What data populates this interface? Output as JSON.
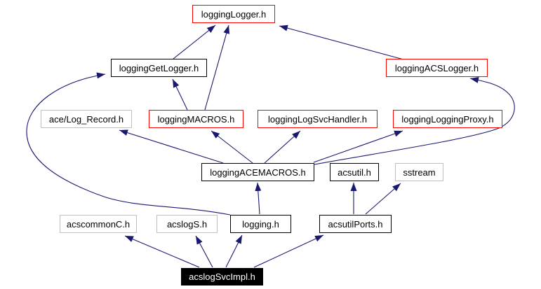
{
  "diagram": {
    "kind": "include-dependency-graph",
    "root_file": "acslogSvcImpl.h",
    "colors": {
      "background": "#ffffff",
      "edge": "#191970",
      "border_red": "#ff0000",
      "border_black": "#000000",
      "border_gray": "#c0c0c0",
      "node_fill": "#ffffff",
      "root_fill": "#000000",
      "root_text": "#ffffff",
      "text": "#000000"
    },
    "nodes": [
      {
        "id": "loggingLogger",
        "label": "loggingLogger.h",
        "style": "red"
      },
      {
        "id": "loggingGetLogger",
        "label": "loggingGetLogger.h",
        "style": "black"
      },
      {
        "id": "loggingACSLogger",
        "label": "loggingACSLogger.h",
        "style": "red"
      },
      {
        "id": "aceLogRecord",
        "label": "ace/Log_Record.h",
        "style": "gray"
      },
      {
        "id": "loggingMACROS",
        "label": "loggingMACROS.h",
        "style": "red"
      },
      {
        "id": "loggingLogSvcHandler",
        "label": "loggingLogSvcHandler.h",
        "style": "red"
      },
      {
        "id": "loggingLoggingProxy",
        "label": "loggingLoggingProxy.h",
        "style": "red"
      },
      {
        "id": "loggingACEMACROS",
        "label": "loggingACEMACROS.h",
        "style": "black"
      },
      {
        "id": "acsutil",
        "label": "acsutil.h",
        "style": "black"
      },
      {
        "id": "sstream",
        "label": "sstream",
        "style": "gray"
      },
      {
        "id": "acscommonC",
        "label": "acscommonC.h",
        "style": "gray"
      },
      {
        "id": "acslogS",
        "label": "acslogS.h",
        "style": "gray"
      },
      {
        "id": "logging",
        "label": "logging.h",
        "style": "black"
      },
      {
        "id": "acsutilPorts",
        "label": "acsutilPorts.h",
        "style": "black"
      },
      {
        "id": "acslogSvcImpl",
        "label": "acslogSvcImpl.h",
        "style": "root"
      }
    ],
    "edges": [
      {
        "from": "loggingGetLogger",
        "to": "loggingLogger"
      },
      {
        "from": "loggingMACROS",
        "to": "loggingLogger"
      },
      {
        "from": "loggingMACROS",
        "to": "loggingGetLogger"
      },
      {
        "from": "loggingACSLogger",
        "to": "loggingLogger"
      },
      {
        "from": "loggingACEMACROS",
        "to": "ace/Log_Record"
      },
      {
        "from": "loggingACEMACROS",
        "to": "loggingMACROS"
      },
      {
        "from": "loggingACEMACROS",
        "to": "loggingLogSvcHandler"
      },
      {
        "from": "loggingACEMACROS",
        "to": "loggingLoggingProxy"
      },
      {
        "from": "loggingACEMACROS",
        "to": "loggingACSLogger"
      },
      {
        "from": "logging",
        "to": "loggingACEMACROS"
      },
      {
        "from": "logging",
        "to": "loggingGetLogger"
      },
      {
        "from": "acsutilPorts",
        "to": "acsutil"
      },
      {
        "from": "acsutilPorts",
        "to": "sstream"
      },
      {
        "from": "acslogSvcImpl",
        "to": "acscommonC"
      },
      {
        "from": "acslogSvcImpl",
        "to": "acslogS"
      },
      {
        "from": "acslogSvcImpl",
        "to": "logging"
      },
      {
        "from": "acslogSvcImpl",
        "to": "acsutilPorts"
      }
    ]
  }
}
